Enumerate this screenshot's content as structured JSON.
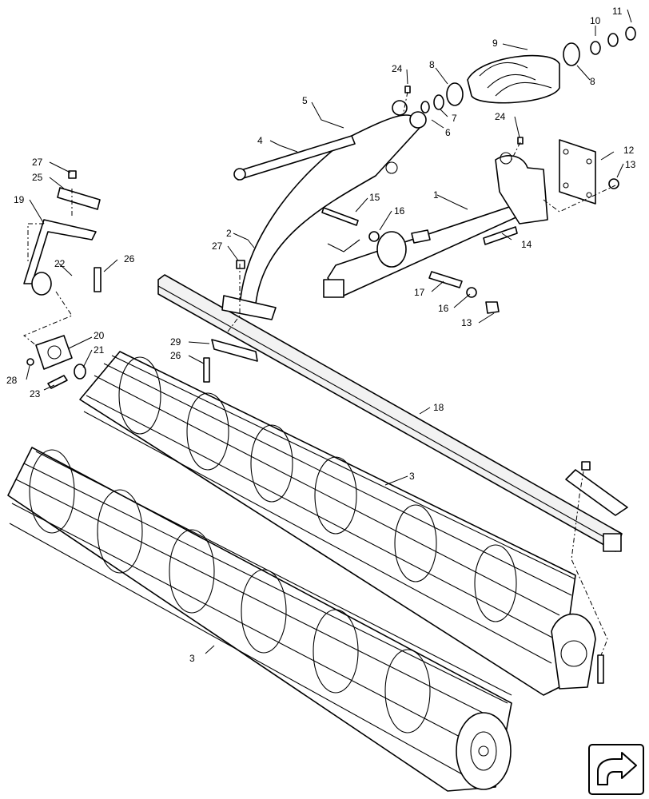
{
  "callouts": {
    "c1": "1",
    "c2": "2",
    "c3a": "3",
    "c3b": "3",
    "c4": "4",
    "c5": "5",
    "c6": "6",
    "c7": "7",
    "c8a": "8",
    "c8b": "8",
    "c9": "9",
    "c10": "10",
    "c11": "11",
    "c12": "12",
    "c13a": "13",
    "c13b": "13",
    "c14": "14",
    "c15": "15",
    "c16a": "16",
    "c16b": "16",
    "c17": "17",
    "c18": "18",
    "c19": "19",
    "c20": "20",
    "c21": "21",
    "c22": "22",
    "c23": "23",
    "c24a": "24",
    "c24b": "24",
    "c25": "25",
    "c26a": "26",
    "c26b": "26",
    "c27a": "27",
    "c27b": "27",
    "c28": "28",
    "c29": "29"
  },
  "icons": {
    "nav": "next-page-arrow-icon"
  }
}
